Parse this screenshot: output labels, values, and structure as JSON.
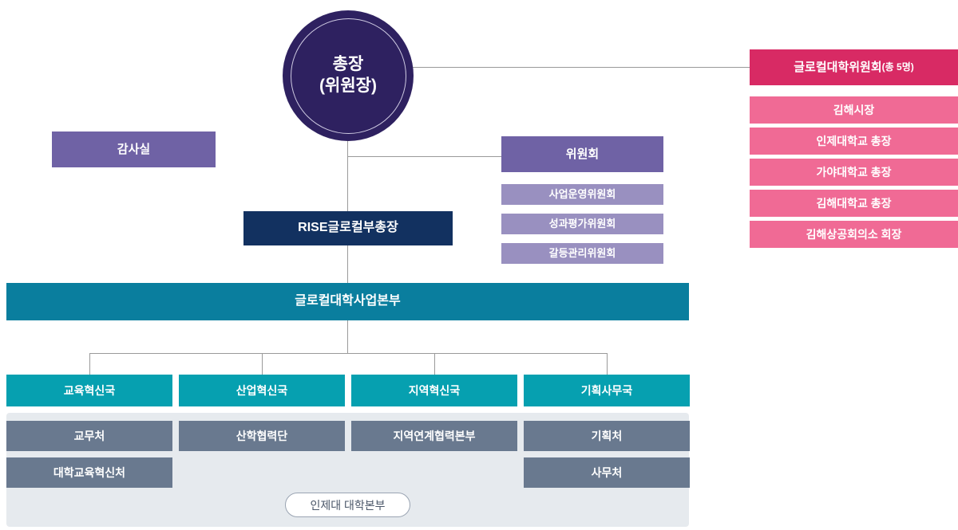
{
  "president": {
    "line1": "총장",
    "line2": "(위원장)"
  },
  "audit": {
    "label": "감사실"
  },
  "committee": {
    "header": "위원회",
    "items": [
      {
        "label": "사업운영위원회"
      },
      {
        "label": "성과평가위원회"
      },
      {
        "label": "갈등관리위원회"
      }
    ]
  },
  "vice_president": {
    "label": "RISE글로컬부총장"
  },
  "headquarters": {
    "label": "글로컬대학사업본부"
  },
  "bureaus": [
    {
      "label": "교육혁신국"
    },
    {
      "label": "산업혁신국"
    },
    {
      "label": "지역혁신국"
    },
    {
      "label": "기획사무국"
    }
  ],
  "departments": {
    "row1": [
      {
        "label": "교무처"
      },
      {
        "label": "산학협력단"
      },
      {
        "label": "지역연계협력본부"
      },
      {
        "label": "기획처"
      }
    ],
    "row2": [
      {
        "label": "대학교육혁신처"
      },
      {
        "label": ""
      },
      {
        "label": ""
      },
      {
        "label": "사무처"
      }
    ],
    "pill": "인제대 대학본부"
  },
  "glocal_committee": {
    "header_title": "글로컬대학위원회",
    "header_count": "(총 5명)",
    "members": [
      {
        "label": "김해시장"
      },
      {
        "label": "인제대학교 총장"
      },
      {
        "label": "가야대학교 총장"
      },
      {
        "label": "김해대학교 총장"
      },
      {
        "label": "김해상공회의소 회장"
      }
    ]
  },
  "colors": {
    "deep_purple": "#2E2160",
    "purple": "#6F62A5",
    "light_purple": "#9990C0",
    "navy": "#123160",
    "teal_dark": "#0A7E9E",
    "teal": "#06A0B0",
    "slate": "#69798F",
    "panel_bg": "#E6EAEE",
    "pink_dark": "#D82A64",
    "pink": "#F06A95",
    "line": "#9a9a9a"
  }
}
